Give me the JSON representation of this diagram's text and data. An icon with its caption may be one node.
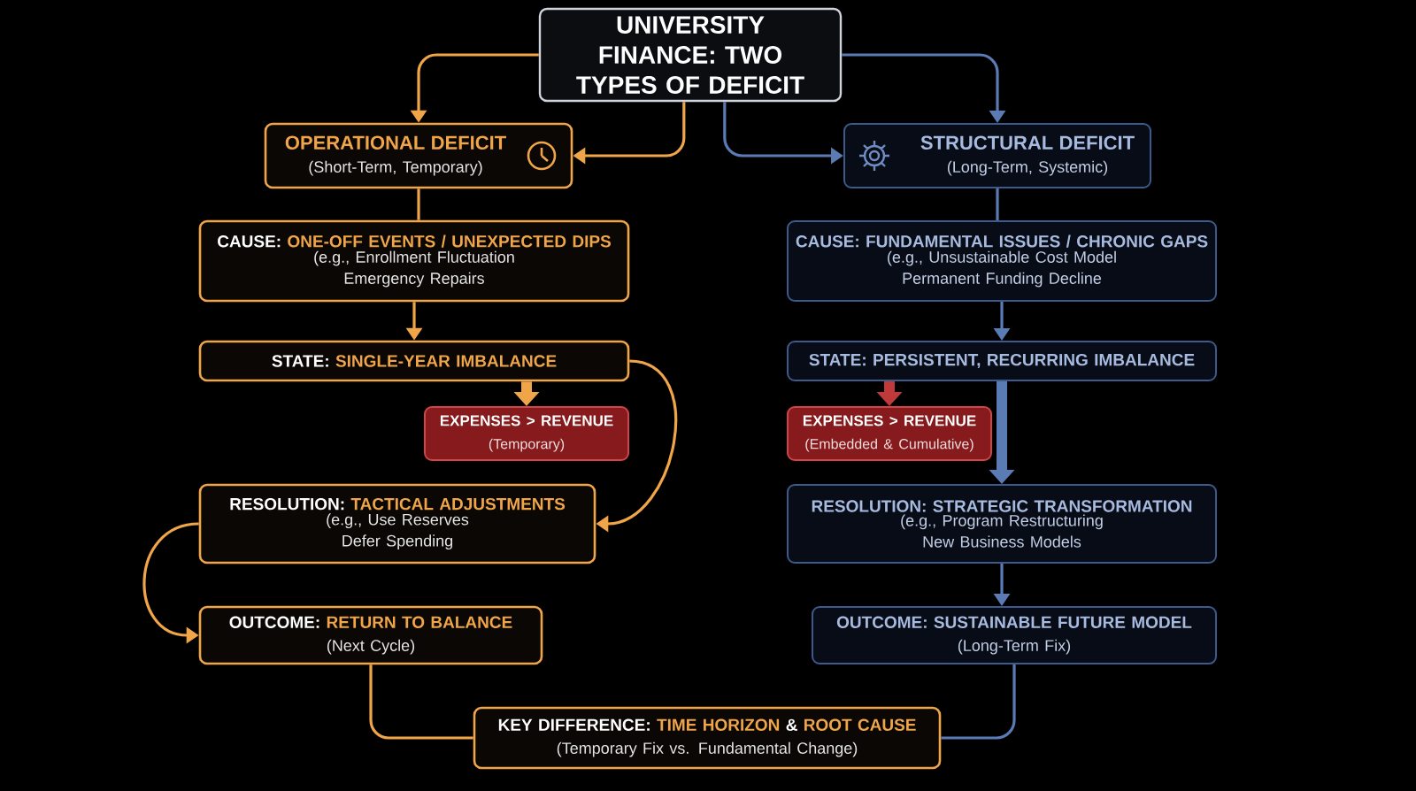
{
  "diagram": {
    "nodes": [
      {
        "text": [
          "UNIVERSITY FINANCE: TWO TYPES OF DEFICIT"
        ]
      },
      {
        "text": [
          "OPERATIONAL DEFICIT",
          "(Short-Term, Temporary)"
        ]
      },
      {
        "text": [
          "STRUCTURAL DEFICIT",
          "(Long-Term, Systemic)"
        ]
      },
      {
        "text": [
          "CAUSE:",
          "ONE-OFF EVENTS / UNEXPECTED DIPS",
          "(e.g., Enrollment Fluctuation Emergency Repairs"
        ]
      },
      {
        "text": [
          "CAUSE:",
          "FUNDAMENTAL ISSUES / CHRONIC GAPS",
          "(e.g., Unsustainable Cost Model Permanent Funding Decline"
        ]
      },
      {
        "text": [
          "STATE:",
          "SINGLE-YEAR IMBALANCE"
        ]
      },
      {
        "text": [
          "STATE:",
          "PERSISTENT, RECURRING IMBALANCE"
        ]
      },
      {
        "text": [
          "EXPENSES > REVENUE",
          "(Temporary)"
        ]
      },
      {
        "text": [
          "EXPENSES > REVENUE",
          "(Embedded & Cumulative)"
        ]
      },
      {
        "text": [
          "RESOLUTION:",
          "TACTICAL ADJUSTMENTS",
          "(e.g., Use Reserves Defer Spending"
        ]
      },
      {
        "text": [
          "RESOLUTION:",
          "STRATEGIC TRANSFORMATION",
          "(e.g., Program Restructuring New Business Models"
        ]
      },
      {
        "text": [
          "OUTCOME:",
          "RETURN TO BALANCE",
          "(Next Cycle)"
        ]
      },
      {
        "text": [
          "OUTCOME:",
          "SUSTAINABLE FUTURE MODEL",
          "(Long-Term Fix)"
        ]
      },
      {
        "text": [
          "KEY DIFFERENCE:",
          "TIME HORIZON",
          "&",
          "ROOT CAUSE",
          "(Temporary Fix vs. Fundamental Change)"
        ]
      }
    ],
    "edges": [
      {
        "from": 0,
        "to": 1,
        "arrow": "to",
        "color": "#f0a548"
      },
      {
        "from": 0,
        "to": 1,
        "arrow": "to",
        "color": "#f0a548"
      },
      {
        "from": 0,
        "to": 2,
        "arrow": "to",
        "color": "#5b7bb5"
      },
      {
        "from": 0,
        "to": 2,
        "arrow": "to",
        "color": "#5b7bb5"
      },
      {
        "from": 1,
        "to": 3,
        "arrow": "none",
        "color": "#f0a548"
      },
      {
        "from": 3,
        "to": 5,
        "arrow": "to",
        "color": "#f0a548"
      },
      {
        "from": 5,
        "to": 7,
        "arrow": "to",
        "style": "thick",
        "color": "#f0a548"
      },
      {
        "from": 5,
        "to": 9,
        "arrow": "to",
        "color": "#f0a548"
      },
      {
        "from": 9,
        "to": 11,
        "arrow": "to",
        "color": "#f0a548"
      },
      {
        "from": 11,
        "to": 13,
        "arrow": "none",
        "color": "#f0a548"
      },
      {
        "from": 2,
        "to": 4,
        "arrow": "none",
        "color": "#5b7bb5"
      },
      {
        "from": 4,
        "to": 6,
        "arrow": "to",
        "color": "#5b7bb5"
      },
      {
        "from": 6,
        "to": 8,
        "arrow": "to",
        "style": "thick",
        "color": "#c0393b"
      },
      {
        "from": 6,
        "to": 10,
        "arrow": "to",
        "style": "thick",
        "color": "#5b7bb5"
      },
      {
        "from": 10,
        "to": 12,
        "arrow": "to",
        "color": "#5b7bb5"
      },
      {
        "from": 12,
        "to": 13,
        "arrow": "none",
        "color": "#5b7bb5"
      }
    ]
  }
}
